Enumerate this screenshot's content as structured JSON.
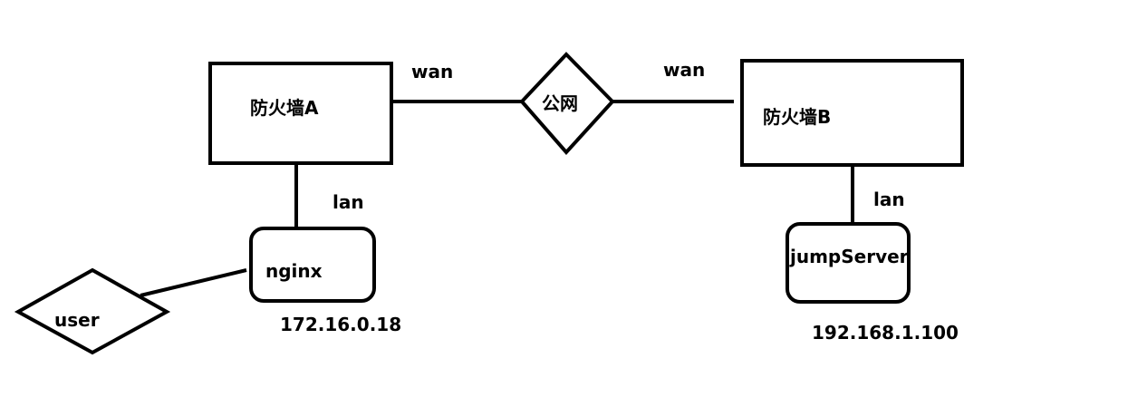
{
  "nodes": {
    "firewall_a": "防火墙A",
    "firewall_b": "防火墙B",
    "public_net": "公网",
    "nginx": "nginx",
    "jumpserver": "jumpServer",
    "user": "user"
  },
  "links": {
    "wan_left": "wan",
    "wan_right": "wan",
    "lan_left": "lan",
    "lan_right": "lan"
  },
  "addresses": {
    "nginx_ip": "172.16.0.18",
    "jumpserver_ip": "192.168.1.100"
  }
}
